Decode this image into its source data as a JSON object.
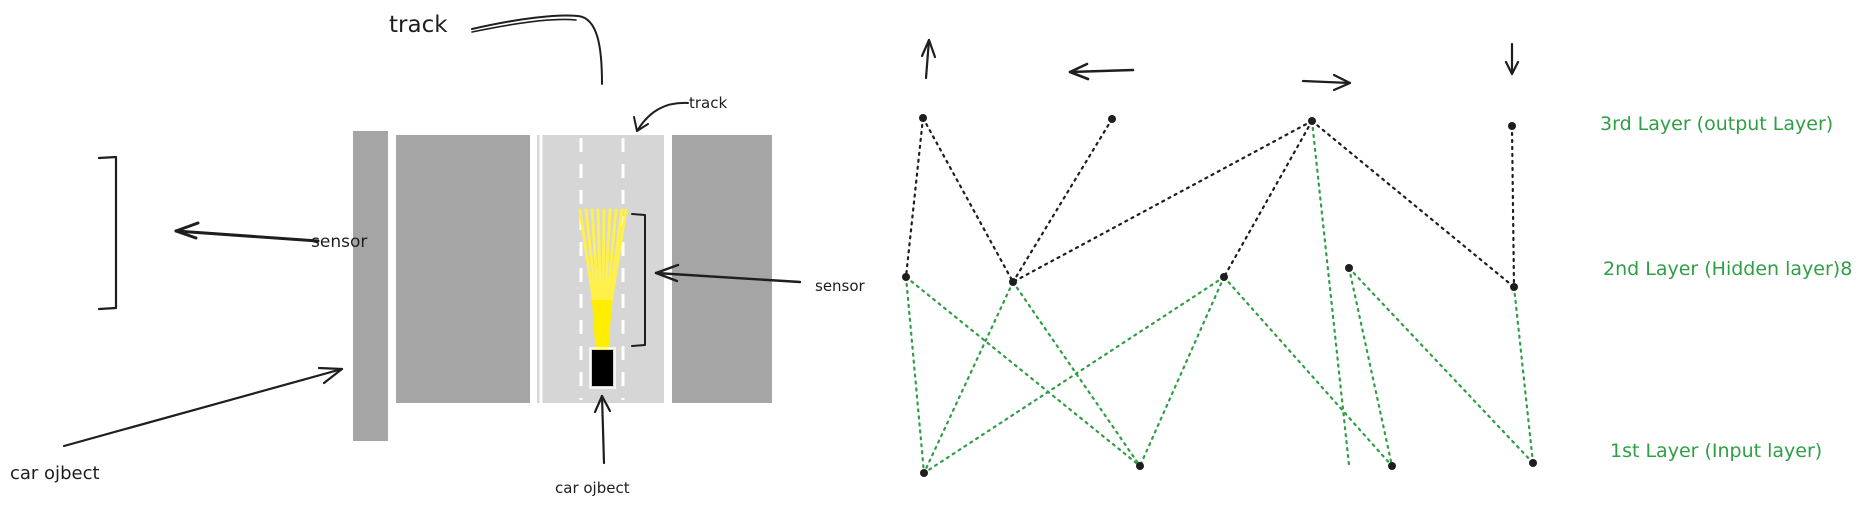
{
  "labels": {
    "track_big": "track",
    "track_small": "track",
    "sensor_left": "sensor",
    "sensor_right": "sensor",
    "car_left": "car ojbect",
    "car_bottom": "car ojbect"
  },
  "layers": {
    "output": "3rd Layer (output Layer)",
    "hidden": "2nd Layer (Hidden layer)8",
    "input": "1st Layer (Input layer)"
  },
  "colors": {
    "ink": "#1e1e1e",
    "green": "#2f9e44",
    "road_dark": "#a5a5a5",
    "road_light": "#d6d6d6",
    "sensor_ray": "#ffee00",
    "car": "#000000"
  }
}
